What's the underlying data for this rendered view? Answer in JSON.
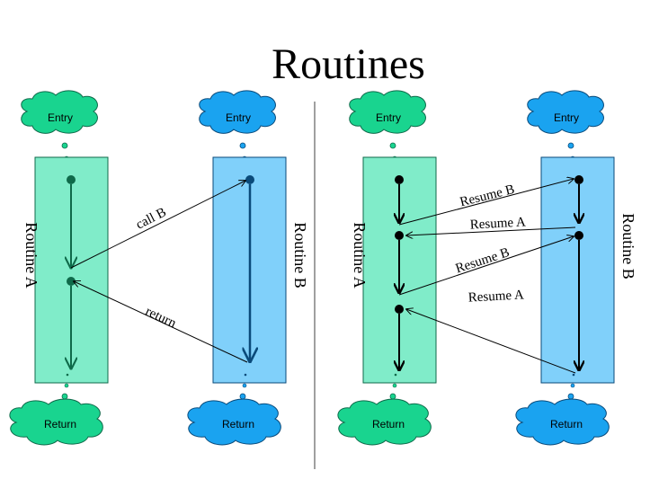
{
  "title": "Routines",
  "left": {
    "cloud_entry_a": "Entry",
    "cloud_entry_b": "Entry",
    "cloud_return_a": "Return",
    "cloud_return_b": "Return",
    "routine_a": "Routine A",
    "routine_b": "Routine B",
    "call_label": "call B",
    "return_label": "return"
  },
  "right": {
    "cloud_entry_a": "Entry",
    "cloud_entry_b": "Entry",
    "cloud_return_a": "Return",
    "cloud_return_b": "Return",
    "routine_a": "Routine A",
    "routine_b": "Routine B",
    "resume_b_1": "Resume B",
    "resume_a_1": "Resume A",
    "resume_b_2": "Resume B",
    "resume_a_2": "Resume A"
  },
  "colors": {
    "green_cloud": "#19d48f",
    "blue_cloud": "#1aa3f0",
    "green_bar": "#80ecc9",
    "blue_bar": "#80d0fa",
    "green_dark": "#0f6a4a",
    "blue_dark": "#0a4a7a"
  }
}
